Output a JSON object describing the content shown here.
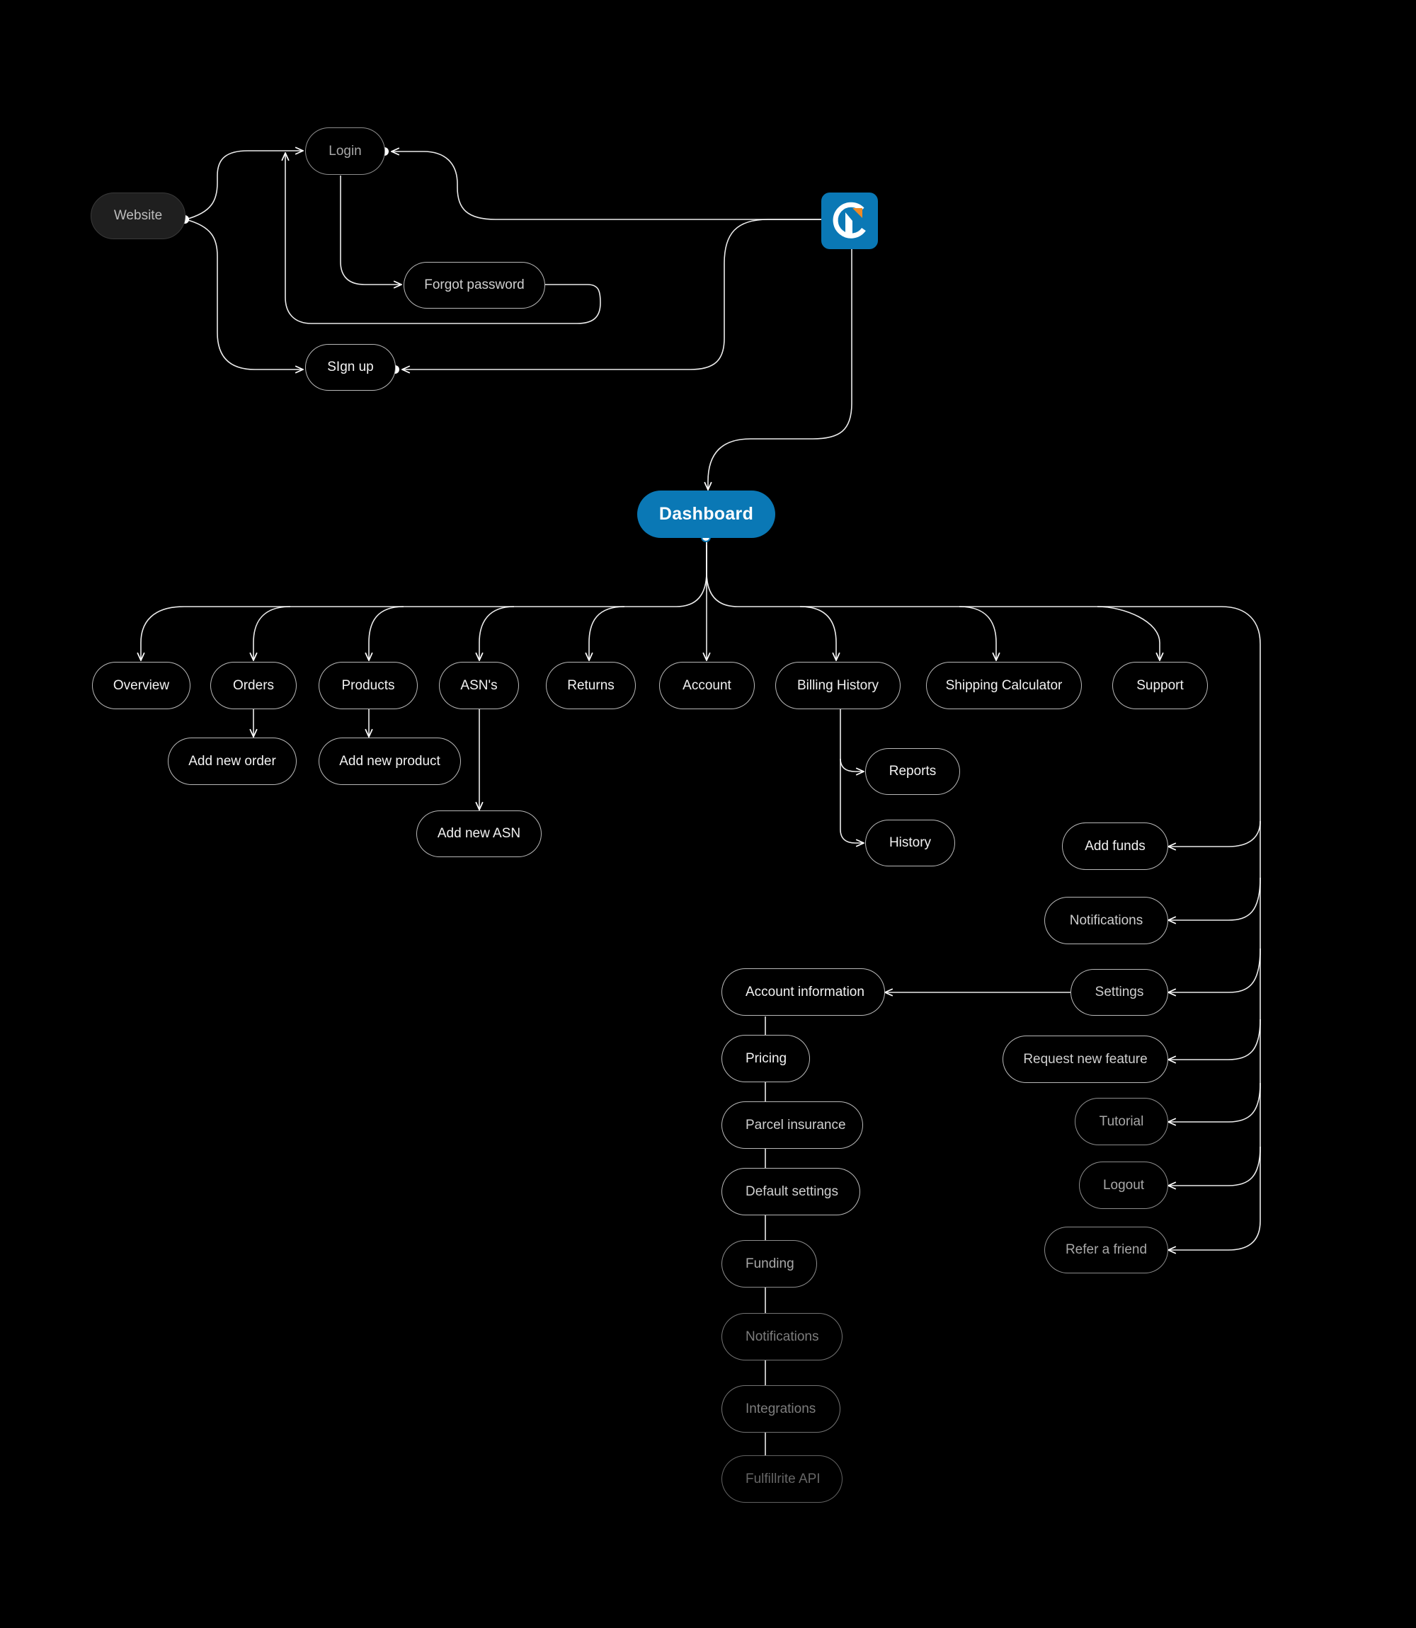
{
  "diagram": {
    "entry": {
      "website": "Website"
    },
    "auth": {
      "login": "Login",
      "forgot_password": "Forgot password",
      "sign_up": "SIgn up"
    },
    "app_icon": "app-logo-icon",
    "dashboard": "Dashboard",
    "sections": {
      "overview": "Overview",
      "orders": "Orders",
      "products": "Products",
      "asns": "ASN's",
      "returns": "Returns",
      "account": "Account",
      "billing_history": "Billing History",
      "shipping_calculator": "Shipping Calculator",
      "support": "Support"
    },
    "sub_items": {
      "add_new_order": "Add new order",
      "add_new_product": "Add new product",
      "add_new_asn": "Add new ASN",
      "reports": "Reports",
      "history": "History"
    },
    "account_menu": {
      "add_funds": "Add funds",
      "notifications": "Notifications",
      "settings": "Settings",
      "request_new_feature": "Request new feature",
      "tutorial": "Tutorial",
      "logout": "Logout",
      "refer_a_friend": "Refer a friend"
    },
    "settings_menu": {
      "account_information": "Account information",
      "pricing": "Pricing",
      "parcel_insurance": "Parcel insurance",
      "default_settings": "Default settings",
      "funding": "Funding",
      "notifications": "Notifications",
      "integrations": "Integrations",
      "fulfillrite_api": "Fulfillrite API"
    },
    "colors": {
      "background": "#000000",
      "brand_blue": "#0a78b5",
      "logo_orange": "#f08a24",
      "line": "#ffffff"
    }
  }
}
